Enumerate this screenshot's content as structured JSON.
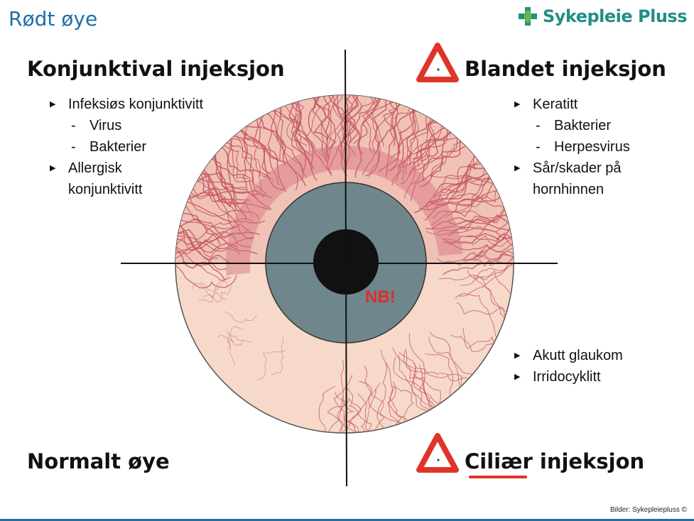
{
  "page_title": "Rødt øye",
  "logo": {
    "text": "Sykepleie Pluss",
    "icon": "leaf-cross-icon",
    "color": "#1f8f87"
  },
  "quadrants": {
    "top_left": {
      "title": "Konjunktival injeksjon",
      "items": [
        {
          "text": "Infeksiøs konjunktivitt",
          "subs": [
            "Virus",
            "Bakterier"
          ]
        },
        {
          "text": "Allergisk",
          "cont": "konjunktivitt"
        }
      ]
    },
    "top_right": {
      "title": "Blandet injeksjon",
      "warning_icon": "warning-triangle-icon",
      "items": [
        {
          "text": "Keratitt",
          "subs": [
            "Bakterier",
            "Herpesvirus"
          ]
        },
        {
          "text": "Sår/skader på",
          "cont": "hornhinnen"
        }
      ]
    },
    "bottom_left": {
      "title": "Normalt øye"
    },
    "bottom_right": {
      "title": "Ciliær injeksjon",
      "warning_icon": "warning-triangle-icon",
      "items": [
        {
          "text": "Akutt glaukom"
        },
        {
          "text": "Irridocyklitt"
        }
      ]
    }
  },
  "eye_label": "NB!",
  "credit": "Bilder: Sykepleiepluss ©",
  "colors": {
    "title": "#1f6fa8",
    "warning": "#e0342a",
    "nb": "#d9302c",
    "iris": "#6f868c",
    "sclera": "#f6d9c9",
    "vessel": "#c25560"
  }
}
